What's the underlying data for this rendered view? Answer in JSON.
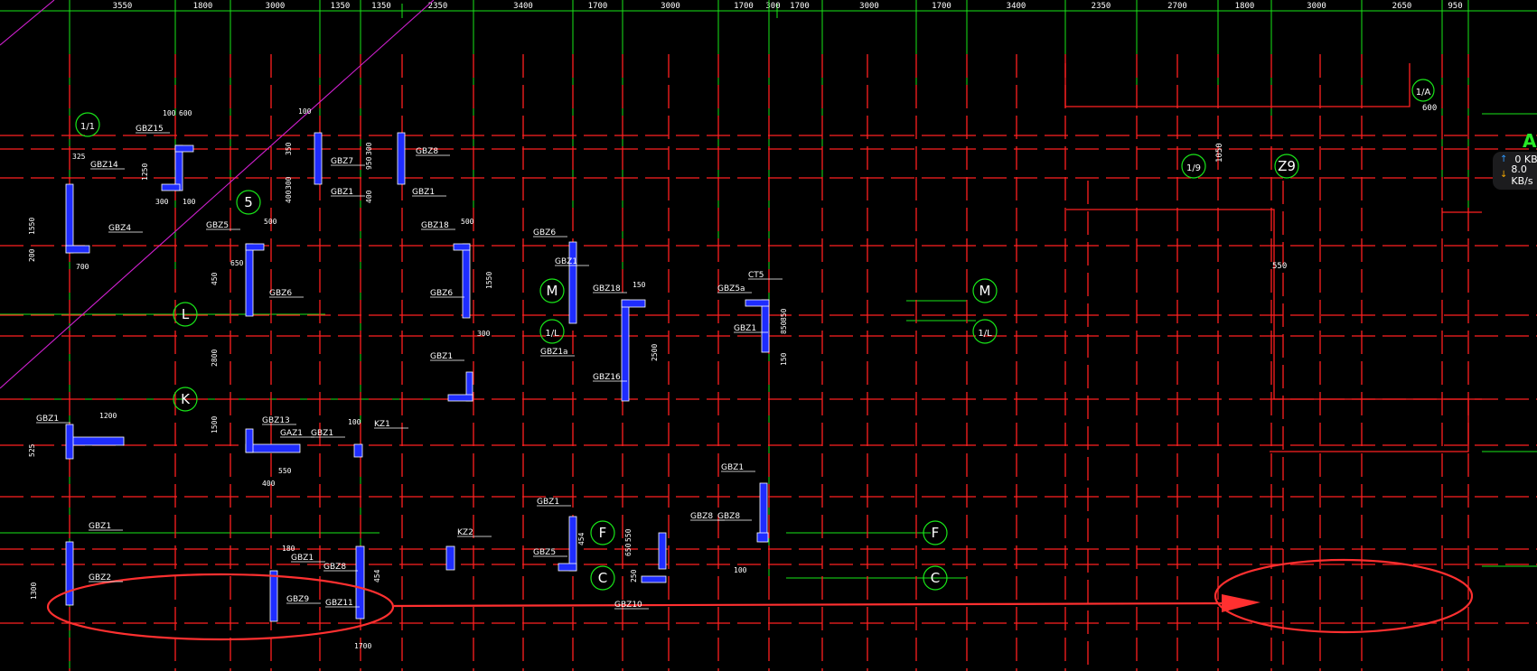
{
  "top_dimensions": [
    "3550",
    "1800",
    "3000",
    "1350",
    "1350",
    "2350",
    "3400",
    "1700",
    "3000",
    "1700",
    "300",
    "1700",
    "3000",
    "1700",
    "3400",
    "2350",
    "2700",
    "1800",
    "3000",
    "2650",
    "950"
  ],
  "axis_bubbles": [
    "1/1",
    "5",
    "L",
    "K",
    "M",
    "1/L",
    "F",
    "C",
    "M",
    "1/L",
    "F",
    "C",
    "1/9",
    "Z9",
    "1/A"
  ],
  "component_labels": [
    "GBZ15",
    "GBZ14",
    "GBZ4",
    "GBZ7",
    "GBZ1",
    "GBZ8",
    "GBZ1",
    "GBZ5",
    "GBZ6",
    "GBZ18",
    "GBZ6",
    "GBZ6",
    "GBZ18",
    "GBZ1a",
    "GBZ1",
    "GBZ5a",
    "CT5",
    "GBZ1",
    "GBZ16",
    "GBZ1",
    "GBZ1",
    "GBZ13",
    "GAZ1",
    "GBZ1",
    "KZ1",
    "GBZ1",
    "GBZ2",
    "GBZ1",
    "GBZ9",
    "GBZ8",
    "GBZ11",
    "KZ2",
    "GBZ1",
    "GBZ5",
    "GBZ10",
    "GBZ8",
    "GBZ8",
    "GBZ1"
  ],
  "detail_dimensions": [
    "100",
    "600",
    "1250",
    "300",
    "100",
    "325",
    "1550",
    "700",
    "200",
    "100",
    "350",
    "300",
    "400",
    "300",
    "950",
    "400",
    "500",
    "650",
    "450",
    "2800",
    "1500",
    "500",
    "1550",
    "300",
    "1200",
    "525",
    "400",
    "550",
    "100",
    "150",
    "2500",
    "850",
    "850",
    "150",
    "180",
    "454",
    "1700",
    "1300",
    "454",
    "650",
    "550",
    "250",
    "100"
  ],
  "annotations": [
    "1050",
    "550",
    "600"
  ],
  "status_widget": {
    "up_value": "0 KB/s",
    "down_value": "8.0 KB/s",
    "up_icon": "arrow-up-icon",
    "down_icon": "arrow-down-icon"
  },
  "corner_letter": "A",
  "colors": {
    "background": "#000000",
    "grid_axis": "#ff2020",
    "dimension": "#19e619",
    "wall": "#2a3fff",
    "highlight": "#ff3030",
    "diagonal": "#d020d0",
    "text": "#ffffff"
  }
}
